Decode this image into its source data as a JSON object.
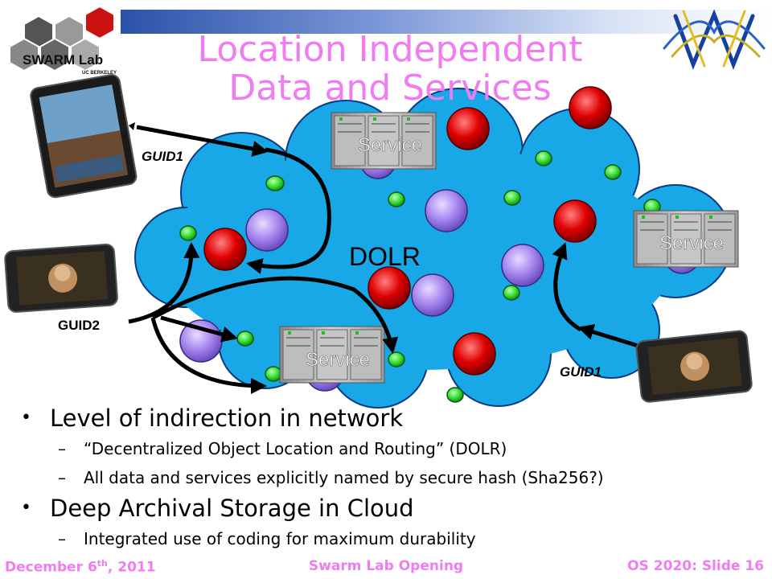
{
  "slide": {
    "title_line1": "Location Independent",
    "title_line2": "Data and Services",
    "logo_text": "SWARM Lab",
    "logo_subtext": "UC BERKELEY"
  },
  "diagram": {
    "cloud_label": "DOLR",
    "service_label": "Service",
    "guid_labels": [
      "GUID1",
      "GUID2",
      "GUID1"
    ],
    "colors": {
      "cloud": "#18a8e8",
      "red_node": "#e00000",
      "purple_node": "#a07ce8",
      "green_node": "#33dd33"
    }
  },
  "bullets": [
    {
      "text": "Level of indirection in network",
      "subs": [
        "“Decentralized Object Location and Routing” (DOLR)",
        "All data and services explicitly named by secure hash (Sha256?)"
      ]
    },
    {
      "text": "Deep Archival Storage in Cloud",
      "subs": [
        "Integrated use of coding for maximum durability"
      ]
    }
  ],
  "footer": {
    "date_prefix": "December 6",
    "date_sup": "th",
    "date_suffix": ", 2011",
    "center": "Swarm Lab Opening",
    "right": "OS 2020: Slide 16"
  }
}
